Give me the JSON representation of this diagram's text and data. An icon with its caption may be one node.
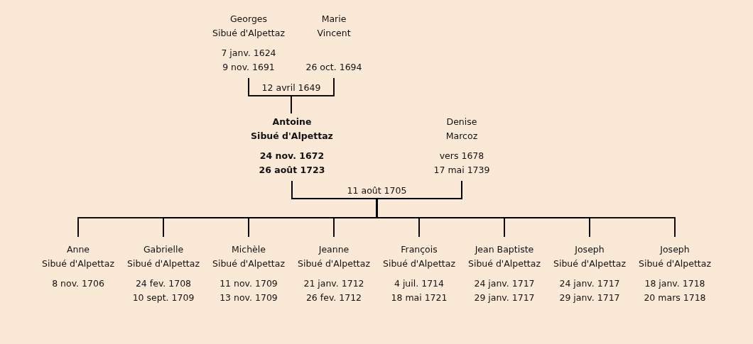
{
  "diagram": {
    "nodes": [
      {
        "text": [
          "Georges Sibué d'Alpettaz",
          "7 janv. 1624 9 nov. 1691"
        ]
      },
      {
        "text": [
          "Marie Vincent",
          "26 oct. 1694"
        ]
      },
      {
        "text": [
          "Antoine Sibué d'Alpettaz",
          "24 nov. 1672 26 août 1723"
        ]
      },
      {
        "text": [
          "Denise Marcoz",
          "vers 1678 17 mai 1739"
        ]
      },
      {
        "text": [
          "Anne Sibué d'Alpettaz",
          "8 nov. 1706"
        ]
      },
      {
        "text": [
          "Gabrielle Sibué d'Alpettaz",
          "24 fev. 1708 10 sept. 1709"
        ]
      },
      {
        "text": [
          "Michèle Sibué d'Alpettaz",
          "11 nov. 1709 13 nov. 1709"
        ]
      },
      {
        "text": [
          "Jeanne Sibué d'Alpettaz",
          "21 janv. 1712 26 fev. 1712"
        ]
      },
      {
        "text": [
          "François Sibué d'Alpettaz",
          "4 juil. 1714 18 mai 1721"
        ]
      },
      {
        "text": [
          "Jean Baptiste Sibué d'Alpettaz",
          "24 janv. 1717 29 janv. 1717"
        ]
      },
      {
        "text": [
          "Joseph Sibué d'Alpettaz",
          "24 janv. 1717 29 janv. 1717"
        ]
      },
      {
        "text": [
          "Joseph Sibué d'Alpettaz",
          "18 janv. 1718 20 mars 1718"
        ]
      }
    ],
    "edges": [
      {
        "from": 0,
        "to": 1,
        "arrow": "none",
        "label": "12 avril 1649"
      },
      {
        "from": 0,
        "to": 2,
        "arrow": "none"
      },
      {
        "from": 1,
        "to": 2,
        "arrow": "none"
      },
      {
        "from": 2,
        "to": 3,
        "arrow": "none",
        "label": "11 août 1705"
      },
      {
        "from": 2,
        "to": 4,
        "arrow": "none"
      },
      {
        "from": 3,
        "to": 4,
        "arrow": "none"
      },
      {
        "from": 2,
        "to": 5,
        "arrow": "none"
      },
      {
        "from": 3,
        "to": 5,
        "arrow": "none"
      },
      {
        "from": 2,
        "to": 6,
        "arrow": "none"
      },
      {
        "from": 3,
        "to": 6,
        "arrow": "none"
      },
      {
        "from": 2,
        "to": 7,
        "arrow": "none"
      },
      {
        "from": 3,
        "to": 7,
        "arrow": "none"
      },
      {
        "from": 2,
        "to": 8,
        "arrow": "none"
      },
      {
        "from": 3,
        "to": 8,
        "arrow": "none"
      },
      {
        "from": 2,
        "to": 9,
        "arrow": "none"
      },
      {
        "from": 3,
        "to": 9,
        "arrow": "none"
      },
      {
        "from": 2,
        "to": 10,
        "arrow": "none"
      },
      {
        "from": 3,
        "to": 10,
        "arrow": "none"
      },
      {
        "from": 2,
        "to": 11,
        "arrow": "none"
      },
      {
        "from": 3,
        "to": 11,
        "arrow": "none"
      }
    ]
  }
}
